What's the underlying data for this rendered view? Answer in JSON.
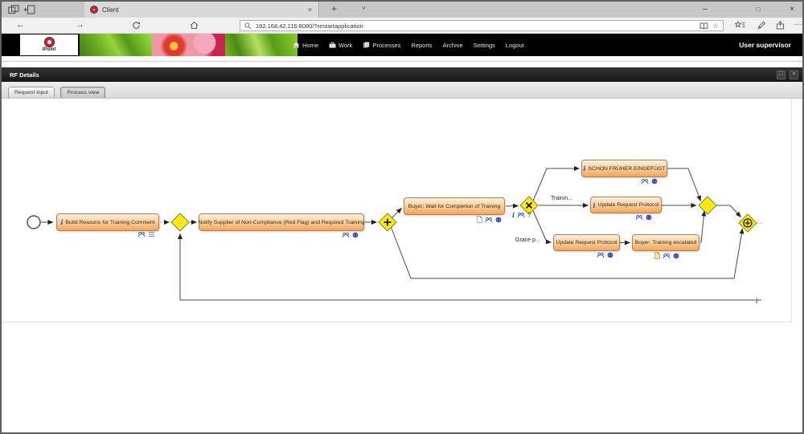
{
  "browser": {
    "tab_title": "Client",
    "tab_close": "×",
    "new_tab": "+",
    "tab_list": "˅",
    "back": "←",
    "forward": "→",
    "url": "192.168.42.116:8080/?restartapplication",
    "favorite_star": "☆",
    "more": "…",
    "minimize": "–",
    "maximize": "□",
    "close": "×"
  },
  "header": {
    "logo": "iPoint",
    "user": "User supervisor",
    "photos": [
      "leaf-photo",
      "flower-photo",
      "leaf-photo"
    ],
    "nav": [
      {
        "label": "Home",
        "icon": "home-icon"
      },
      {
        "label": "Work",
        "icon": "briefcase-icon"
      },
      {
        "label": "Processes",
        "icon": "processes-icon"
      },
      {
        "label": "Reports"
      },
      {
        "label": "Archive"
      },
      {
        "label": "Settings"
      },
      {
        "label": "Logout"
      }
    ]
  },
  "panel": {
    "title": "RF Details",
    "maximize": "□",
    "close": "×",
    "tabs": [
      {
        "label": "Request input",
        "active": false
      },
      {
        "label": "Process view",
        "active": true
      }
    ]
  },
  "diagram": {
    "info_glyph": "i",
    "question_glyph": "?",
    "tasks": [
      {
        "label": "Build Reasons for Training Comment",
        "info": true,
        "icons": [
          "group-icon",
          "list-icon"
        ]
      },
      {
        "label": "Notify Supplier of Non-Compliance (Red Flag) and Required Training",
        "info": false,
        "icons": [
          "group-icon",
          "globe-icon"
        ]
      },
      {
        "label": "Buyer: Wait for Completion of Training",
        "info": false,
        "icons": [
          "document-icon",
          "group-icon",
          "globe-icon"
        ]
      },
      {
        "label": "SCHON FRÜHER EINGEFÜGT",
        "info": true,
        "icons": [
          "group-icon",
          "globe-icon"
        ]
      },
      {
        "label": "Update Request Protocol",
        "info": true,
        "icons": [
          "group-icon",
          "globe-icon"
        ]
      },
      {
        "label": "Update Request Protocol",
        "info": false,
        "icons": [
          "group-icon",
          "globe-icon"
        ]
      },
      {
        "label": "Buyer: Training escalated",
        "info": false,
        "icons": [
          "document-icon",
          "group-icon",
          "globe-icon"
        ]
      }
    ],
    "gateways": [
      {
        "type": "exclusive-merge-loop"
      },
      {
        "type": "parallel-split",
        "symbol": "+"
      },
      {
        "type": "exclusive-split",
        "symbol": "X"
      },
      {
        "type": "merge"
      },
      {
        "type": "parallel-join",
        "symbol": "⊕"
      }
    ],
    "edge_labels": {
      "training": "Trainin...",
      "grace": "Grace p...",
      "loop_info": "i"
    }
  }
}
